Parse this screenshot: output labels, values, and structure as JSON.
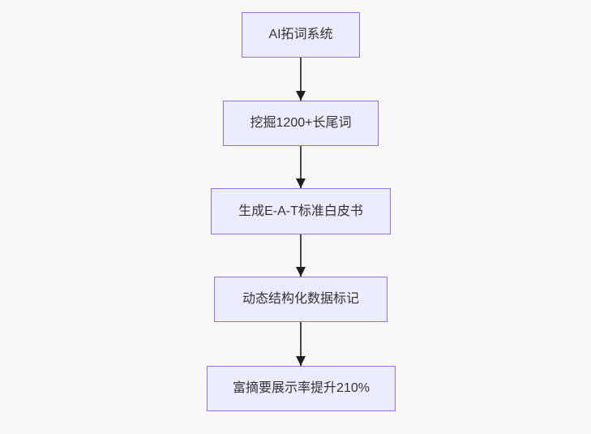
{
  "diagram": {
    "type": "flowchart",
    "direction": "top-down",
    "nodes": [
      {
        "id": "n1",
        "label": "AI拓词系统"
      },
      {
        "id": "n2",
        "label": "挖掘1200+长尾词"
      },
      {
        "id": "n3",
        "label": "生成E-A-T标准白皮书"
      },
      {
        "id": "n4",
        "label": "动态结构化数据标记"
      },
      {
        "id": "n5",
        "label": "富摘要展示率提升210%"
      }
    ],
    "edges": [
      {
        "from": "n1",
        "to": "n2",
        "arrow": "down"
      },
      {
        "from": "n2",
        "to": "n3",
        "arrow": "down"
      },
      {
        "from": "n3",
        "to": "n4",
        "arrow": "down"
      },
      {
        "from": "n4",
        "to": "n5",
        "arrow": "down"
      }
    ],
    "colors": {
      "node_fill": "#ECECFF",
      "node_border": "#9370DB",
      "node_text": "#333333",
      "edge_line": "#4a4a4a",
      "arrowhead": "#1f1f1f",
      "background": "#f8f8f8"
    }
  }
}
